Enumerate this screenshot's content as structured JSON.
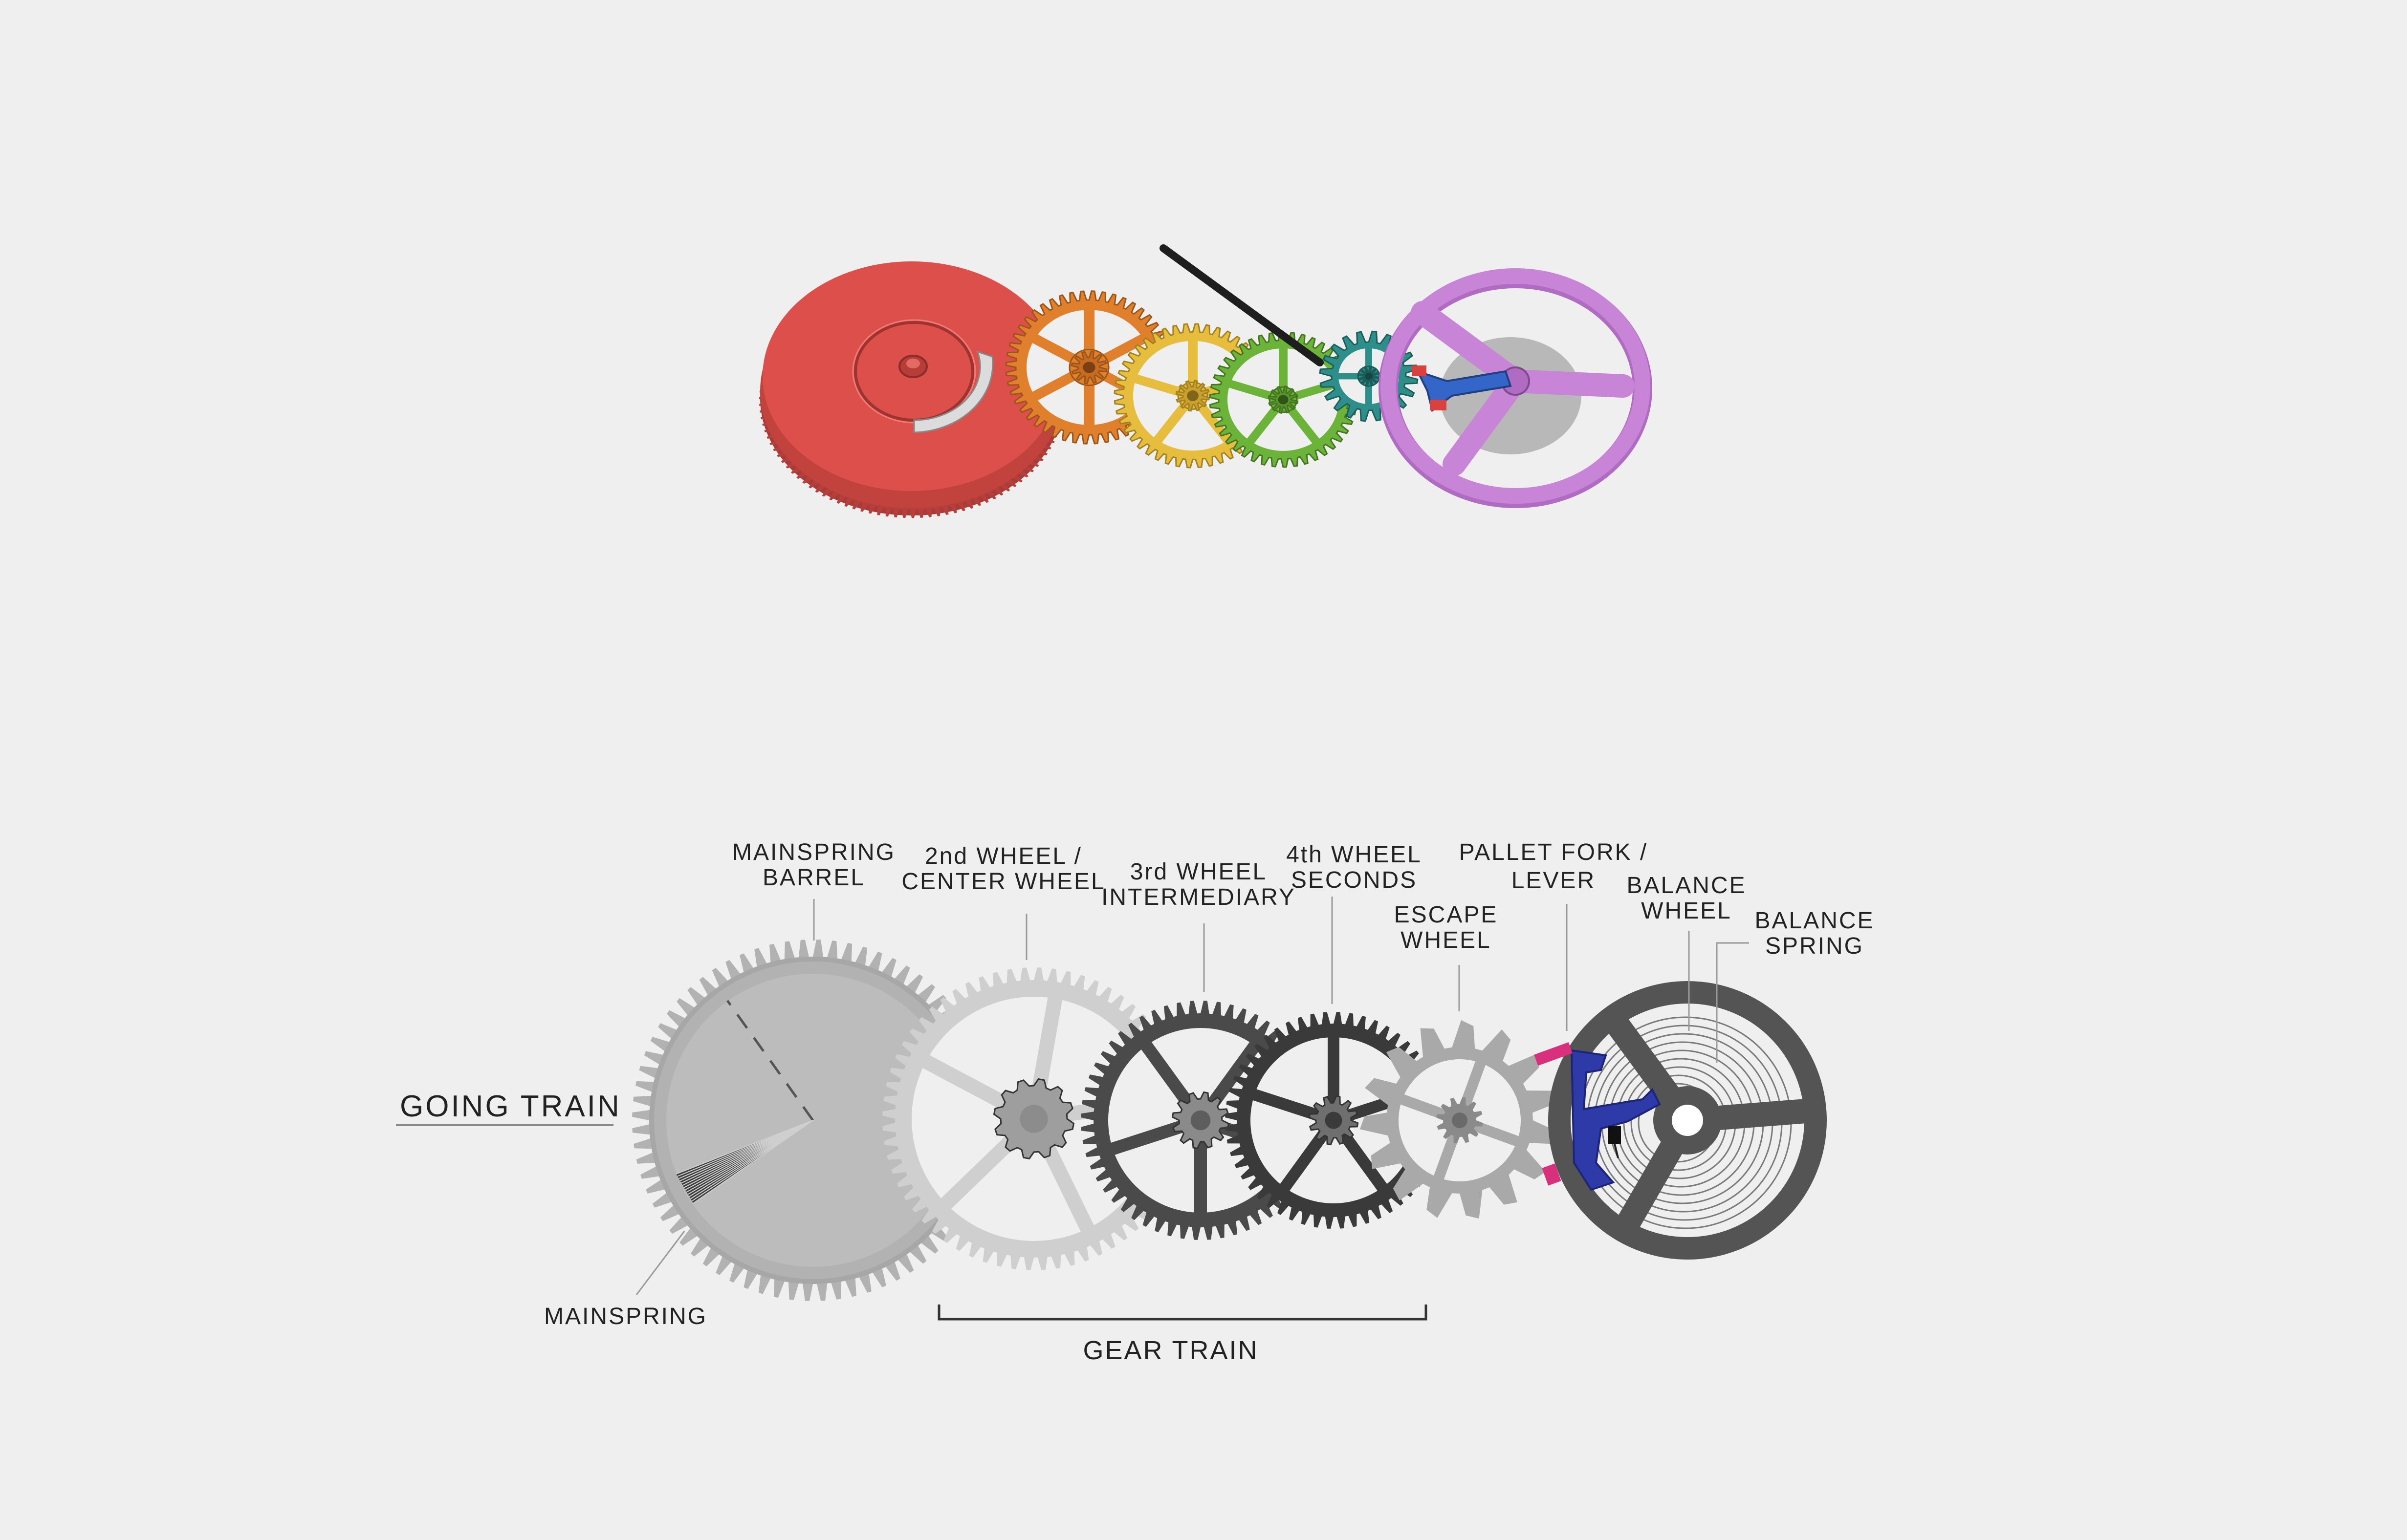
{
  "colors": {
    "background": "#efefef",
    "barrel_color": "#dc4f4a",
    "center_wheel_color": "#e07f2c",
    "third_wheel_color": "#e6bd3c",
    "fourth_wheel_color": "#6cb33a",
    "escape_wheel_color": "#2e8f8a",
    "pallet_fork_color": "#3366c8",
    "balance_wheel_color": "#c884d6",
    "schematic_barrel": "#b2b2b2",
    "schematic_center_wheel": "#cfcfcf",
    "schematic_dark_wheels": "#4a4a4a",
    "schematic_balance": "#545454",
    "schematic_fork": "#2d3aa8",
    "schematic_jewel": "#d8307d"
  },
  "labels": {
    "going_train": "GOING TRAIN",
    "mainspring_barrel": [
      "MAINSPRING",
      "BARREL"
    ],
    "center_wheel": [
      "2nd WHEEL /",
      "CENTER WHEEL"
    ],
    "third_wheel": [
      "3rd WHEEL",
      "INTERMEDIARY"
    ],
    "fourth_wheel": [
      "4th WHEEL",
      "SECONDS"
    ],
    "escape_wheel": [
      "ESCAPE",
      "WHEEL"
    ],
    "pallet_fork": [
      "PALLET FORK /",
      "LEVER"
    ],
    "balance_wheel": [
      "BALANCE",
      "WHEEL"
    ],
    "balance_spring": [
      "BALANCE",
      "SPRING"
    ],
    "mainspring": "MAINSPRING",
    "gear_train": "GEAR TRAIN"
  }
}
